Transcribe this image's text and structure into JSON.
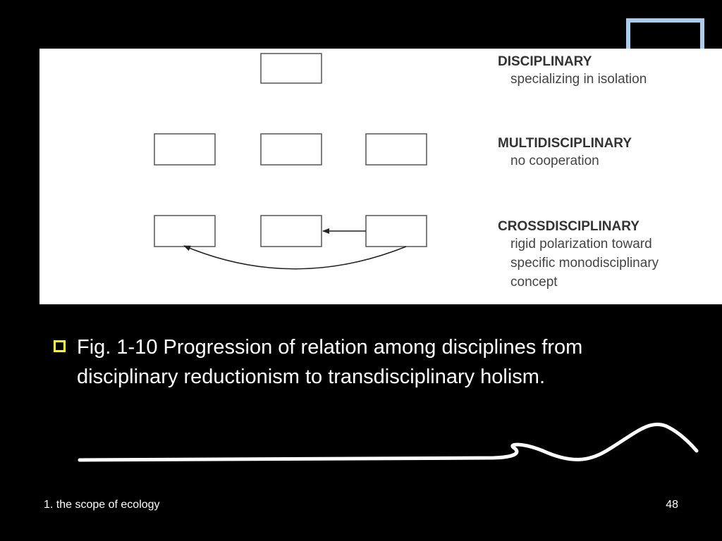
{
  "figure": {
    "rows": [
      {
        "heading": "DISCIPLINARY",
        "description": [
          "specializing in isolation"
        ]
      },
      {
        "heading": "MULTIDISCIPLINARY",
        "description": [
          "no cooperation"
        ]
      },
      {
        "heading": "CROSSDISCIPLINARY",
        "description": [
          "rigid polarization toward",
          "specific monodisciplinary",
          "concept"
        ]
      }
    ]
  },
  "caption": {
    "text": "Fig. 1-10 Progression of relation among disciplines from disciplinary reductionism to transdisciplinary holism."
  },
  "footer": {
    "section": "1. the scope of ecology",
    "page_number": "48"
  },
  "colors": {
    "background": "#000000",
    "panel": "#ffffff",
    "bullet": "#ffff00",
    "corner_frame": "#a9cdf0"
  }
}
